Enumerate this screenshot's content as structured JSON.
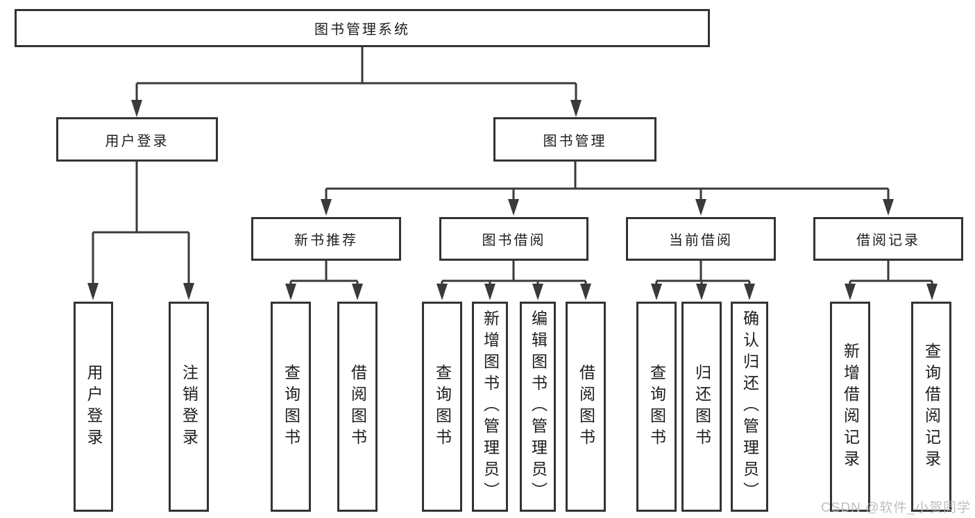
{
  "diagram": {
    "root": "图书管理系统",
    "branches": [
      {
        "label": "用户登录",
        "children": [
          "用户登录",
          "注销登录"
        ]
      },
      {
        "label": "图书管理",
        "groups": [
          {
            "label": "新书推荐",
            "children": [
              "查询图书",
              "借阅图书"
            ]
          },
          {
            "label": "图书借阅",
            "children": [
              "查询图书",
              "新增图书（管理员）",
              "编辑图书（管理员）",
              "借阅图书"
            ]
          },
          {
            "label": "当前借阅",
            "children": [
              "查询图书",
              "归还图书",
              "确认归还（管理员）"
            ]
          },
          {
            "label": "借阅记录",
            "children": [
              "新增借阅记录",
              "查询借阅记录"
            ]
          }
        ]
      }
    ]
  },
  "watermark": "CSDN @软件_小贺同学",
  "colors": {
    "line": "#3a3a3a",
    "box_border": "#333333",
    "text": "#1d1d1f",
    "watermark": "#b9b9b9",
    "background": "#ffffff"
  }
}
